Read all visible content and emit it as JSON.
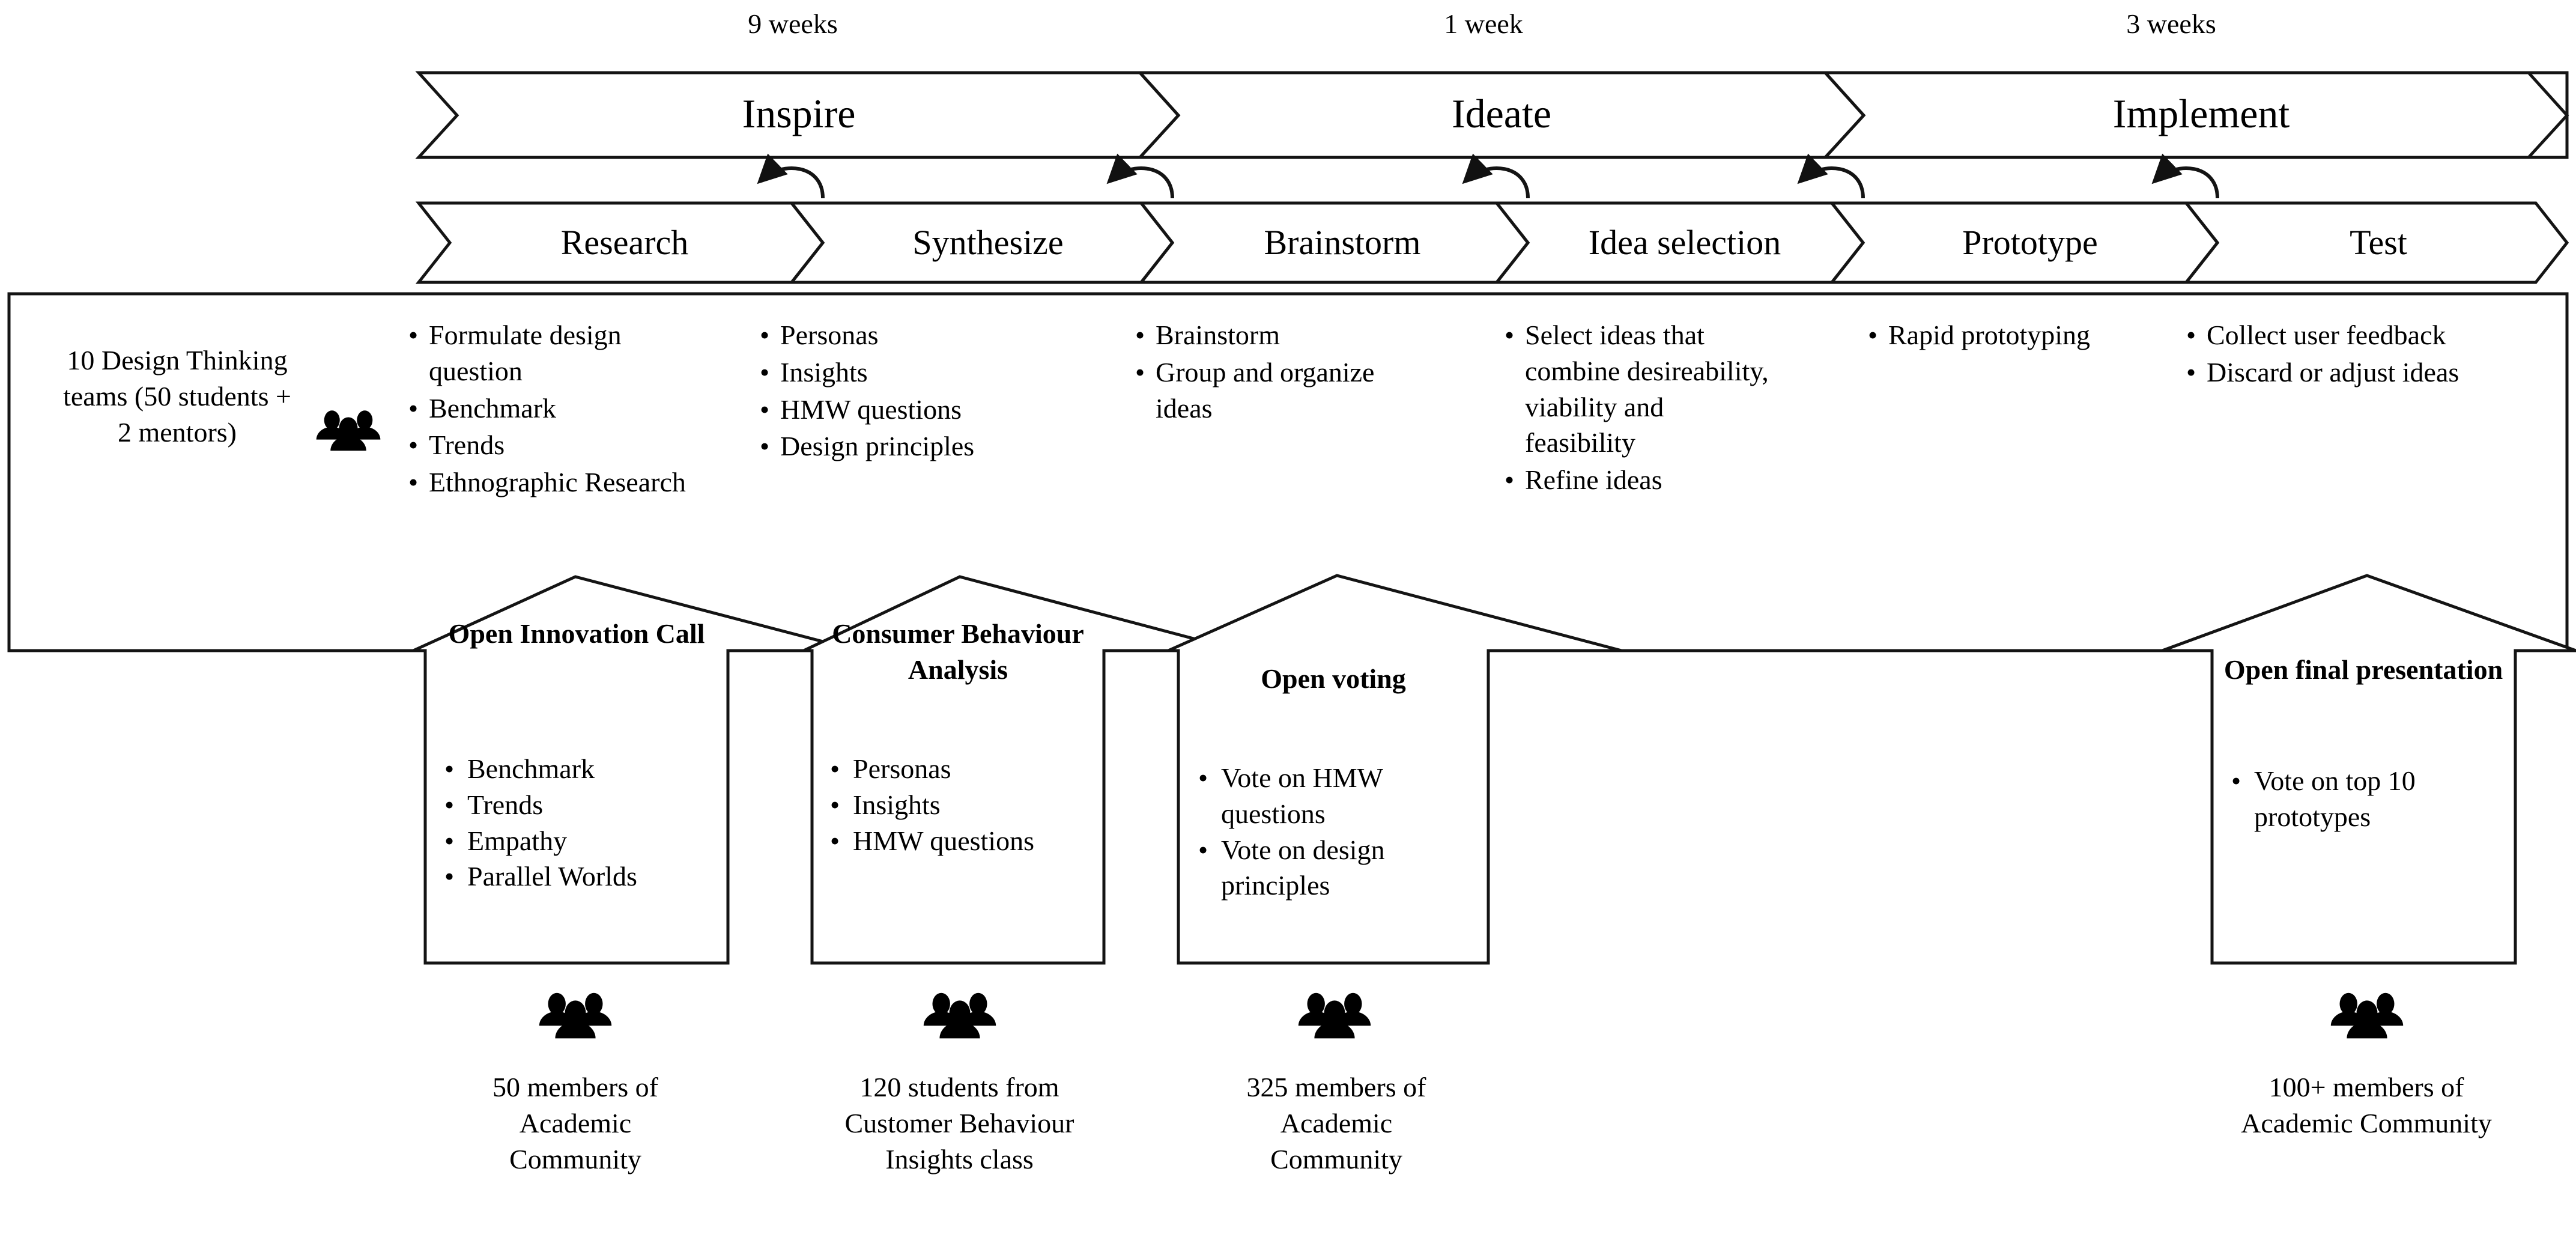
{
  "diagram": {
    "title": "Design Thinking process with open innovation touchpoints",
    "line_color": "#1a1a1a",
    "text_color": "#000000",
    "background": "#ffffff"
  },
  "durations": [
    {
      "label": "9 weeks"
    },
    {
      "label": "1 week"
    },
    {
      "label": "3 weeks"
    }
  ],
  "phases": [
    {
      "label": "Inspire"
    },
    {
      "label": "Ideate"
    },
    {
      "label": "Implement"
    }
  ],
  "steps": [
    {
      "label": "Research"
    },
    {
      "label": "Synthesize"
    },
    {
      "label": "Brainstorm"
    },
    {
      "label": "Idea selection"
    },
    {
      "label": "Prototype"
    },
    {
      "label": "Test"
    }
  ],
  "loop_arrows": [
    {
      "name": "research-to-synthesize-loop"
    },
    {
      "name": "synthesize-to-brainstorm-loop"
    },
    {
      "name": "brainstorm-to-idea-selection-loop"
    },
    {
      "name": "idea-selection-to-prototype-loop"
    },
    {
      "name": "prototype-to-test-loop"
    }
  ],
  "team": {
    "label": "10 Design Thinking teams (50 students + 2 mentors)",
    "icon": "people-group-icon"
  },
  "activities": [
    {
      "step": "Research",
      "items": [
        "Formulate design question",
        "Benchmark",
        "Trends",
        "Ethnographic Research"
      ]
    },
    {
      "step": "Synthesize",
      "items": [
        "Personas",
        "Insights",
        "HMW questions",
        "Design principles"
      ]
    },
    {
      "step": "Brainstorm",
      "items": [
        "Brainstorm",
        "Group and organize ideas"
      ]
    },
    {
      "step": "Idea selection",
      "items": [
        "Select ideas that combine desireability, viability and feasibility",
        "Refine ideas"
      ]
    },
    {
      "step": "Prototype",
      "items": [
        "Rapid prototyping"
      ]
    },
    {
      "step": "Test",
      "items": [
        "Collect user feedback",
        "Discard or adjust ideas"
      ]
    }
  ],
  "callouts": [
    {
      "title": "Open Innovation Call",
      "items": [
        "Benchmark",
        "Trends",
        "Empathy",
        "Parallel Worlds"
      ],
      "icon": "people-group-icon",
      "caption": "50 members of Academic Community"
    },
    {
      "title": "Consumer Behaviour Analysis",
      "items": [
        "Personas",
        "Insights",
        "HMW questions"
      ],
      "icon": "people-group-icon",
      "caption": "120 students from Customer Behaviour Insights class"
    },
    {
      "title": "Open voting",
      "items": [
        "Vote on HMW questions",
        "Vote on design principles"
      ],
      "icon": "people-group-icon",
      "caption": "325 members of Academic Community"
    },
    {
      "title": "Open final presentation",
      "items": [
        "Vote on top 10 prototypes"
      ],
      "icon": "people-group-icon",
      "caption": "100+ members of Academic Community"
    }
  ],
  "bullet_glyph": "•"
}
